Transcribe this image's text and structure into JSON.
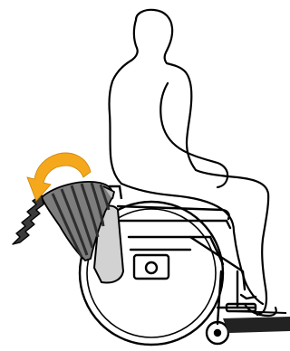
{
  "colors": {
    "background": "#ffffff",
    "outline": "#000000",
    "arrow": "#f5a81c",
    "backrest_fabric": "#7a7a7a",
    "backrest_shadow": "#4a4a4a",
    "side_panel": "#cfcfcf",
    "floor_shadow": "#333333"
  },
  "figure": {
    "components": [
      "seated-person-outline",
      "wheelchair-frame",
      "folding-backrest",
      "fold-direction-arrow"
    ],
    "backrest_state": "folded-down",
    "arrow_direction": "counter-clockwise"
  }
}
